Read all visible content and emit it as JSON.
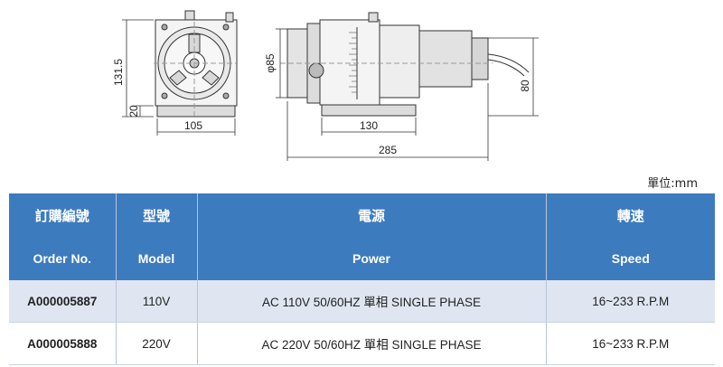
{
  "drawing": {
    "dims": {
      "height_total": "131.5",
      "base_height": "20",
      "front_width": "105",
      "diameter": "φ85",
      "side_base": "130",
      "overall_length": "285",
      "motor_height": "80"
    }
  },
  "unit_label": "單位:mm",
  "table": {
    "headers_zh": [
      "訂購編號",
      "型號",
      "電源",
      "轉速"
    ],
    "headers_en": [
      "Order No.",
      "Model",
      "Power",
      "Speed"
    ],
    "rows": [
      {
        "order_no": "A000005887",
        "model": "110V",
        "power": "AC 110V 50/60HZ 單相  SINGLE PHASE",
        "speed": "16~233 R.P.M"
      },
      {
        "order_no": "A000005888",
        "model": "220V",
        "power": "AC 220V 50/60HZ  單相  SINGLE PHASE",
        "speed": "16~233 R.P.M"
      }
    ]
  }
}
